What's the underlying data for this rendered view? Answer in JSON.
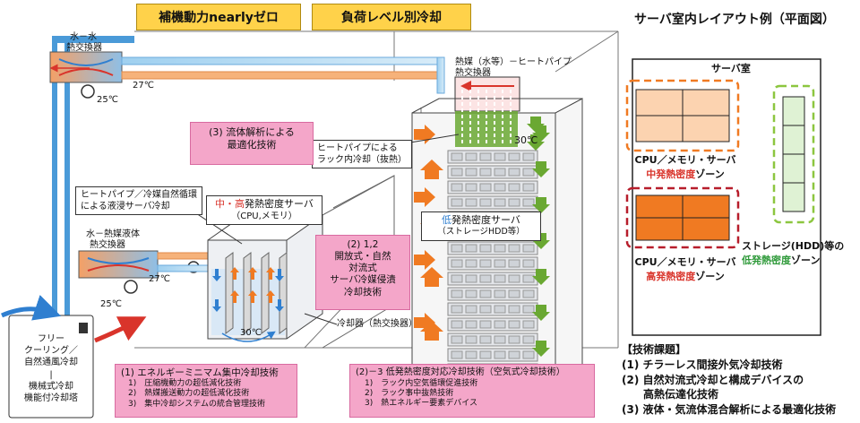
{
  "headers": {
    "left": "補機動力nearlyゼロ",
    "right": "負荷レベル別冷却"
  },
  "labels": {
    "water_water_hx": [
      "水－水",
      "熱交換器"
    ],
    "temp_27_top": "27℃",
    "temp_25_top": "25℃",
    "hx_top_right": [
      "熱媒（水等）－ヒートパイプ",
      "熱交換器"
    ],
    "heatpipe_callout": [
      "ヒートパイプによる",
      "ラック内冷却（抜熱）"
    ],
    "temp_30_rack": "30℃",
    "hp_immersion_callout": [
      "ヒートパイプ／冷媒自然循環",
      "による液浸サーバ冷却"
    ],
    "water_liquid_hx": [
      "水－熱媒液体",
      "熱交換器"
    ],
    "temp_27_mid": "27℃",
    "temp_25_low": "25℃",
    "temp_30_tank": "30℃",
    "cooler_hx": "冷却器（熱交換器）",
    "free_cooling": [
      "フリー",
      "クーリング／",
      "自然通風冷却",
      "|",
      "機械式冷却",
      "機能付冷却塔"
    ]
  },
  "boxes": {
    "fluid_analysis": [
      "(3) 流体解析による",
      "最適化技術"
    ],
    "mid_high_server_accent": "中・高",
    "mid_high_server_rest": "発熱密度サーバ",
    "mid_high_server_sub": "（CPU,メモリ）",
    "tech_12": [
      "(2) 1,2",
      "開放式・自然",
      "対流式",
      "サーバ冷媒侵漬",
      "冷却技術"
    ],
    "low_server_accent": "低",
    "low_server_rest": "発熱密度サーバ",
    "low_server_sub": "（ストレージHDD等）",
    "tech_1_title": "(1) エネルギーミニマム集中冷却技術",
    "tech_1_items": [
      "1)　圧縮機動力の超低減化技術",
      "2)　熱媒搬送動力の超低減化技術",
      "3)　集中冷却システムの統合管理技術"
    ],
    "tech_23_title": "(2)－3  低発熱密度対応冷却技術（空気式冷却技術）",
    "tech_23_items": [
      "1)　ラック内空気循環促進技術",
      "2)　ラック事中抜熱技術",
      "3)　熱エネルギー要素デバイス"
    ]
  },
  "layout_panel": {
    "title": "サーバ室内レイアウト例（平面図）",
    "room_label": "サーバ室",
    "mid_zone": [
      "CPU／メモリ・サーバ",
      "中発熱密度",
      "ゾーン"
    ],
    "high_zone": [
      "CPU／メモリ・サーバ",
      "高発熱密度",
      "ゾーン"
    ],
    "storage_zone": [
      "ストレージ(HDD)等の",
      "低発熱密度",
      "ゾーン"
    ]
  },
  "issues": {
    "title": "【技術課題】",
    "items": [
      "(1) チラーレス間接外気冷却技術",
      "(2) 自然対流式冷却と構成デバイスの",
      "　　高熱伝達化技術",
      "(3) 液体・気流体混合解析による最適化技術"
    ]
  },
  "colors": {
    "header_yellow": "#ffd24a",
    "pink": "#f4a6c9",
    "orange": "#f07a22",
    "green": "#6aa832",
    "blue": "#2f7fd0",
    "mid_zone_fill": "#fcd3b0",
    "high_zone_fill": "#f07a22",
    "storage_fill": "#dff2d4"
  }
}
